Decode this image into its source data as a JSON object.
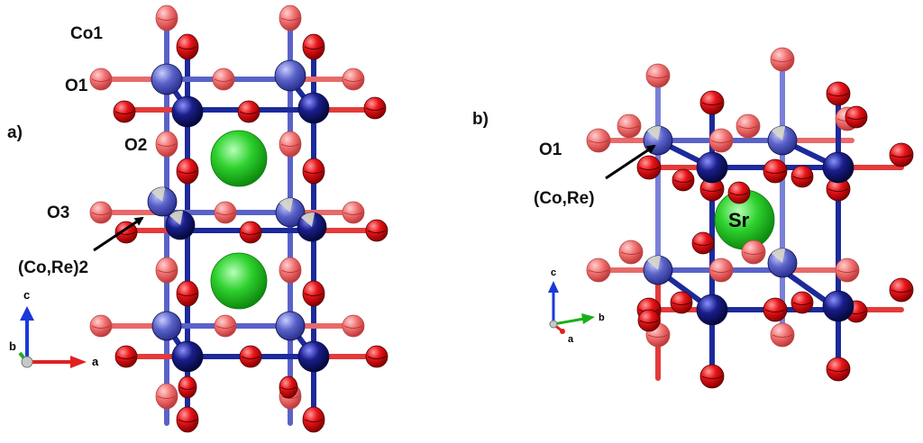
{
  "panel_a": {
    "label": "a)",
    "atom_labels": {
      "co1": "Co1",
      "o1": "O1",
      "o2": "O2",
      "o3": "O3",
      "core": "(Co,Re)2"
    },
    "axes": {
      "c": "c",
      "b": "b",
      "a": "a"
    }
  },
  "panel_b": {
    "label": "b)",
    "atom_labels": {
      "o1": "O1",
      "core": "(Co,Re)",
      "sr": "Sr"
    },
    "axes": {
      "c": "c",
      "b": "b",
      "a": "a"
    }
  },
  "colors": {
    "oxygen": "#e8141a",
    "cobalt": "#1a1f8c",
    "strontium": "#2ed12e",
    "bond_blue": "#1c2a9a",
    "bond_red": "#e43a3a"
  }
}
